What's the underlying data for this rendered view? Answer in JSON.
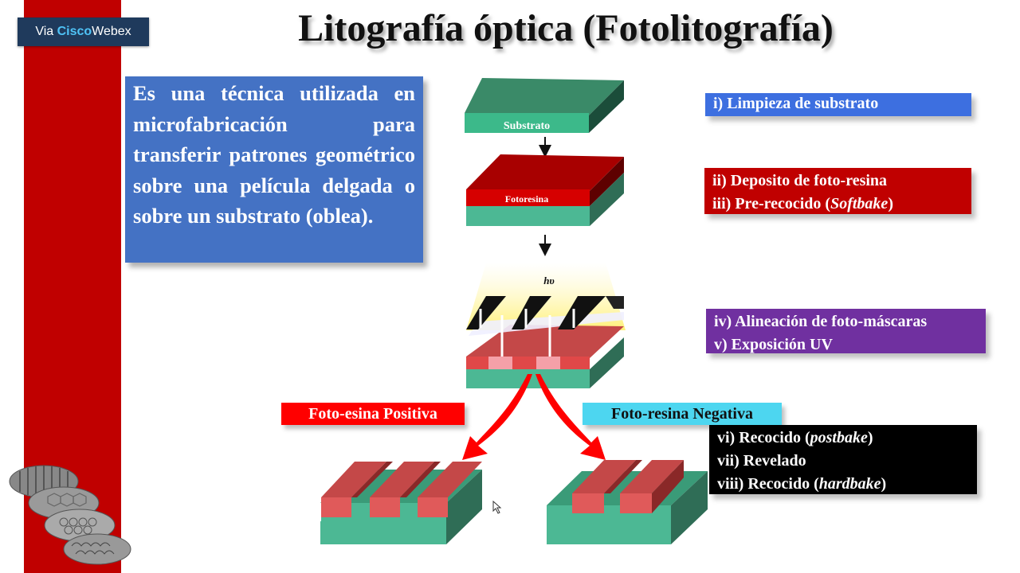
{
  "webex": {
    "prefix": "Via ",
    "brand": "Cisco",
    "suffix": "Webex"
  },
  "title": "Litografía óptica (Fotolitografía)",
  "description": "Es una técnica utilizada en microfabricación para transferir patrones geométrico sobre una película delgada o sobre un substrato (oblea).",
  "diagram": {
    "substrate_label": "Substrato",
    "photoresist_label": "Fotoresina",
    "light_label": "hυ"
  },
  "steps": {
    "s1": [
      "i)  Limpieza de substrato"
    ],
    "s2_1": "ii)  Deposito de foto-resina",
    "s2_2a": "iii) Pre-recocido (",
    "s2_2b": "Softbake",
    "s2_2c": ")",
    "s3_1": "iv) Alineación de foto-máscaras",
    "s3_2": "v)  Exposición UV",
    "s4_1a": "vi)  Recocido (",
    "s4_1b": "postbake",
    "s4_1c": ")",
    "s4_2": "vii) Revelado",
    "s4_3a": "viii) Recocido (",
    "s4_3b": "hardbake",
    "s4_3c": ")"
  },
  "labels": {
    "positive": "Foto-esina Positiva",
    "negative": "Foto-resina Negativa"
  },
  "colors": {
    "red": "#c00000",
    "blue": "#4472c4",
    "purple": "#7030a0",
    "cyan": "#4dd6f0",
    "substrate": "#3cb98a"
  }
}
